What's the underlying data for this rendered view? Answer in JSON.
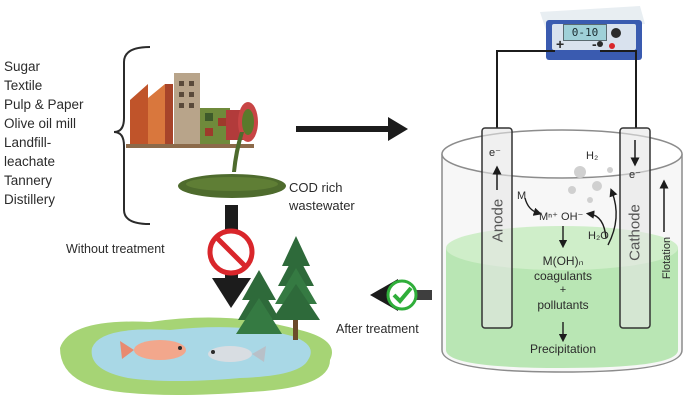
{
  "sources": {
    "items": [
      "Sugar",
      "Textile",
      "Pulp & Paper",
      "Olive oil mill",
      "Landfill-",
      "leachate",
      "Tannery",
      "Distillery"
    ]
  },
  "wastewater_label": [
    "COD rich",
    "wastewater"
  ],
  "without_treatment": "Without treatment",
  "after_treatment": "After treatment",
  "power_supply": {
    "display": "0-10",
    "plus": "+",
    "minus": "-"
  },
  "cell": {
    "anode": "Anode",
    "cathode": "Cathode",
    "flotation": "Flotation",
    "e_anode": "e⁻",
    "e_cathode": "e⁻",
    "h2": "H₂",
    "m": "M",
    "ions": "Mⁿ⁺ OH⁻",
    "h2o": "H₂O",
    "hydroxide": "M(OH)ₙ",
    "coagulants": "coagulants",
    "plus": "+",
    "pollutants": "pollutants",
    "precipitation": "Precipitation"
  },
  "colors": {
    "liquid": "#b9e6b4",
    "waste": "#4e6b2d",
    "arrow": "#1c1c1c",
    "no_sign": "#d9262b",
    "check": "#2fae3a",
    "pond": "#a9d8e6",
    "ground": "#a6d475"
  }
}
